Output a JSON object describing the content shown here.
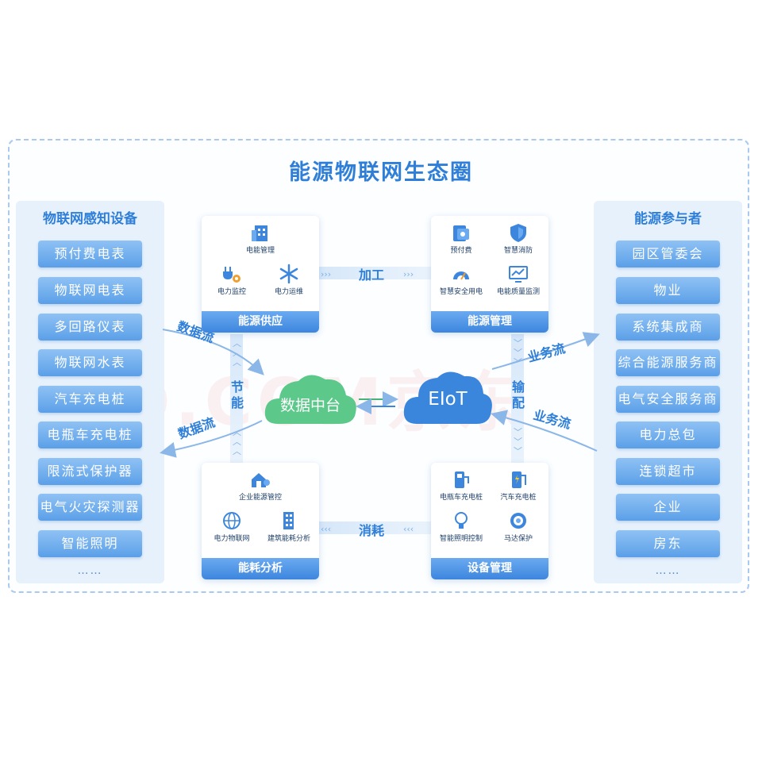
{
  "title": "能源物联网生态圈",
  "left_panel": {
    "heading": "物联网感知设备",
    "items": [
      "预付费电表",
      "物联网电表",
      "多回路仪表",
      "物联网水表",
      "汽车充电桩",
      "电瓶车充电桩",
      "限流式保护器",
      "电气火灾探测器",
      "智能照明"
    ],
    "more": "……"
  },
  "right_panel": {
    "heading": "能源参与者",
    "items": [
      "园区管委会",
      "物业",
      "系统集成商",
      "综合能源服务商",
      "电气安全服务商",
      "电力总包",
      "连锁超市",
      "企业",
      "房东"
    ],
    "more": "……"
  },
  "cards": {
    "supply": {
      "title": "能源供应",
      "items": [
        "电能管理",
        "电力监控",
        "电力运维"
      ]
    },
    "management": {
      "title": "能源管理",
      "items": [
        "预付费",
        "智慧消防",
        "智慧安全用电",
        "电能质量监测"
      ]
    },
    "analysis": {
      "title": "能耗分析",
      "items": [
        "企业能源管控",
        "电力物联网",
        "建筑能耗分析"
      ]
    },
    "devices": {
      "title": "设备管理",
      "items": [
        "电瓶车充电桩",
        "汽车充电桩",
        "智能照明控制",
        "马达保护"
      ]
    }
  },
  "center": {
    "data_platform": "数据中台",
    "eiot": "EIoT"
  },
  "flows": {
    "top": "加工",
    "bottom": "消耗",
    "left_vertical": "节能",
    "right_vertical": "输配",
    "left_upper": "数据流",
    "left_lower": "数据流",
    "right_upper": "业务流",
    "right_lower": "业务流"
  },
  "watermark": "JD.COM京东",
  "colors": {
    "accent": "#2f7fd8",
    "pill": "#5b9fe8",
    "panel_bg": "#e6f1fc",
    "cloud_green": "#5cc98a",
    "cloud_blue": "#3a86dd"
  }
}
